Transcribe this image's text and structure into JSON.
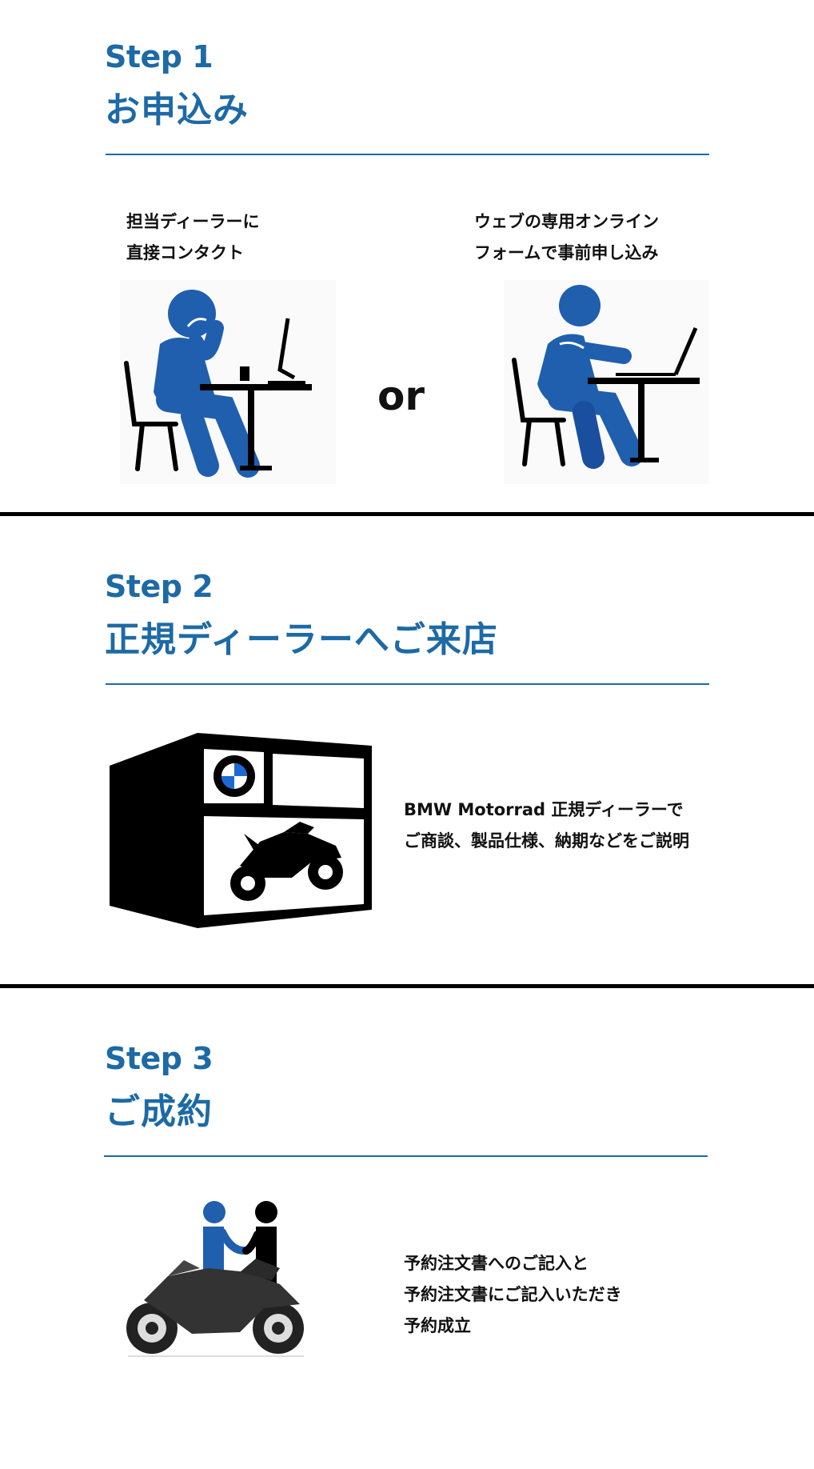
{
  "colors": {
    "brand_blue": "#1d6aa5",
    "figure_blue": "#1f5fad",
    "black": "#000000"
  },
  "step1": {
    "label": "Step 1",
    "title": "お申込み",
    "option_a": [
      "担当ディーラーに",
      "直接コンタクト"
    ],
    "option_b": [
      "ウェブの専用オンライン",
      "フォームで事前申し込み"
    ],
    "or_text": "or"
  },
  "step2": {
    "label": "Step 2",
    "title": "正規ディーラーへご来店",
    "description": [
      "BMW Motorrad 正規ディーラーで",
      "ご商談、製品仕様、納期などをご説明"
    ]
  },
  "step3": {
    "label": "Step 3",
    "title": "ご成約",
    "description": [
      "予約注文書へのご記入と",
      "予約注文書にご記入いただき",
      "予約成立"
    ]
  },
  "icons": {
    "phone_person": "person-on-phone-at-desk-icon",
    "laptop_person": "person-at-laptop-icon",
    "dealer_store": "bmw-dealer-store-icon",
    "handshake": "handshake-with-motorcycle-icon"
  }
}
